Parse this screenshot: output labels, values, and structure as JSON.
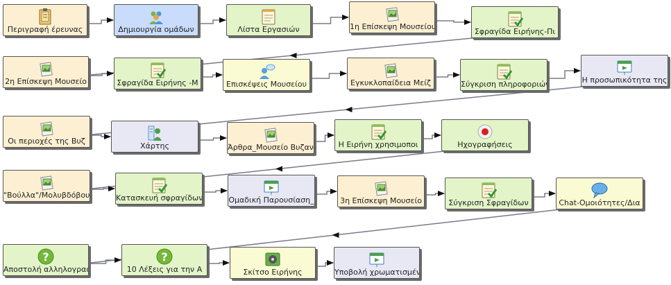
{
  "colors": {
    "yellow": "#fdf0d2",
    "green": "#e3f5c8",
    "blue": "#c9dcfb",
    "lilac": "#e8e8f5",
    "lemon": "#fbfbd3"
  },
  "nodes": [
    {
      "id": "n1",
      "label": "Περιγραφή έρευνας",
      "icon": "notepad-icon",
      "color": "yellow"
    },
    {
      "id": "n2",
      "label": "Δημιουργία ομάδων",
      "icon": "group-people-icon",
      "color": "blue"
    },
    {
      "id": "n3",
      "label": "Λίστα Εργασιών",
      "icon": "notebook-list-icon",
      "color": "green"
    },
    {
      "id": "n4",
      "label": "1η Επίσκεψη Μουσείου",
      "icon": "image-document-icon",
      "color": "yellow"
    },
    {
      "id": "n5",
      "label": "Σφραγίδα Ειρήνης-Πι",
      "icon": "checked-notes-icon",
      "color": "green"
    },
    {
      "id": "n6",
      "label": "2η Επίσκεψη Μουσείο",
      "icon": "image-document-icon",
      "color": "yellow"
    },
    {
      "id": "n7",
      "label": "Σφραγίδα Ειρήνης -Μ",
      "icon": "checked-notes-icon",
      "color": "green"
    },
    {
      "id": "n8",
      "label": "Επισκέψεις Μουσείου",
      "icon": "chat-people-icon",
      "color": "lemon"
    },
    {
      "id": "n9",
      "label": "Εγκυκλοπαίδεια Μείζ",
      "icon": "image-document-icon",
      "color": "yellow"
    },
    {
      "id": "n10",
      "label": "Σύγκριση πληροφοριών",
      "icon": "checked-notes-icon",
      "color": "green"
    },
    {
      "id": "n11",
      "label": "Η προσωπικότητα της",
      "icon": "presentation-icon",
      "color": "lilac"
    },
    {
      "id": "n12",
      "label": "Οι περιοχές της Βυζ",
      "icon": "image-document-icon",
      "color": "yellow"
    },
    {
      "id": "n13",
      "label": "Χάρτης",
      "icon": "wiki-person-icon",
      "color": "lilac"
    },
    {
      "id": "n14",
      "label": "Άρθρα_Μουσείο Βυζαν",
      "icon": "image-document-icon",
      "color": "yellow"
    },
    {
      "id": "n15",
      "label": "Η Ειρήνη χρησιμοποι",
      "icon": "checked-notes-icon",
      "color": "green"
    },
    {
      "id": "n16",
      "label": "Ηχογραφήσεις",
      "icon": "record-button-icon",
      "color": "green"
    },
    {
      "id": "n17",
      "label": "\"Βούλλα\"/Μολυβδόβου",
      "icon": "image-document-icon",
      "color": "yellow"
    },
    {
      "id": "n18",
      "label": "Κατασκευή σφραγίδων",
      "icon": "checked-notes-icon",
      "color": "green"
    },
    {
      "id": "n19",
      "label": "Ομαδική Παρουσίαση_",
      "icon": "presentation-icon",
      "color": "lilac"
    },
    {
      "id": "n20",
      "label": "3η Επίσκεψη Μουσείο",
      "icon": "image-document-icon",
      "color": "yellow"
    },
    {
      "id": "n21",
      "label": "Σύγκριση Σφραγίδων",
      "icon": "checked-notes-icon",
      "color": "green"
    },
    {
      "id": "n22",
      "label": "Chat-Ομοιότητες/Δια",
      "icon": "speech-bubble-icon",
      "color": "lemon"
    },
    {
      "id": "n23",
      "label": "Αποστολή αλληλογραφ",
      "icon": "question-mark-icon",
      "color": "green"
    },
    {
      "id": "n24",
      "label": "10 Λέξεις για την Α",
      "icon": "question-mark-icon",
      "color": "green"
    },
    {
      "id": "n25",
      "label": "Σκίτσο Ειρήνης",
      "icon": "film-reel-icon",
      "color": "lemon"
    },
    {
      "id": "n26",
      "label": "Υποβολή χρωματισμέν",
      "icon": "presentation-icon",
      "color": "lilac"
    }
  ],
  "edges": [
    [
      "n1",
      "n2"
    ],
    [
      "n2",
      "n3"
    ],
    [
      "n3",
      "n4"
    ],
    [
      "n4",
      "n5"
    ],
    [
      "n5",
      "n6"
    ],
    [
      "n6",
      "n7"
    ],
    [
      "n7",
      "n8"
    ],
    [
      "n8",
      "n9"
    ],
    [
      "n9",
      "n10"
    ],
    [
      "n10",
      "n11"
    ],
    [
      "n11",
      "n12"
    ],
    [
      "n12",
      "n13"
    ],
    [
      "n13",
      "n14"
    ],
    [
      "n14",
      "n15"
    ],
    [
      "n15",
      "n16"
    ],
    [
      "n16",
      "n17"
    ],
    [
      "n17",
      "n18"
    ],
    [
      "n18",
      "n19"
    ],
    [
      "n19",
      "n20"
    ],
    [
      "n20",
      "n21"
    ],
    [
      "n21",
      "n22"
    ],
    [
      "n22",
      "n23"
    ],
    [
      "n23",
      "n24"
    ],
    [
      "n24",
      "n25"
    ],
    [
      "n25",
      "n26"
    ]
  ]
}
